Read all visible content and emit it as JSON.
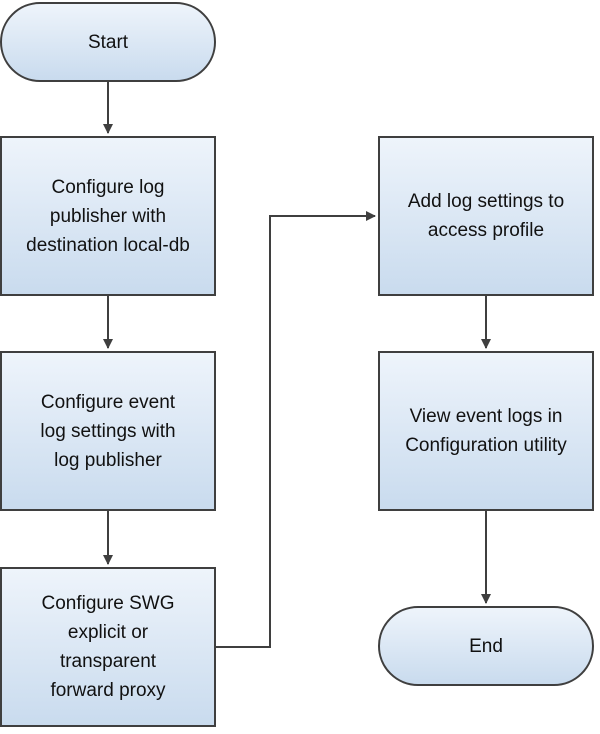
{
  "flowchart": {
    "start_label": "Start",
    "steps": [
      "Configure log publisher with destination local-db",
      "Configure event log settings with log publisher",
      "Configure SWG explicit or transparent forward proxy",
      "Add log settings to access profile",
      "View event logs in Configuration utility"
    ],
    "end_label": "End"
  },
  "colors": {
    "node_fill_top": "#eef4fb",
    "node_fill_bottom": "#c9dbee",
    "stroke": "#3f3f3f"
  }
}
